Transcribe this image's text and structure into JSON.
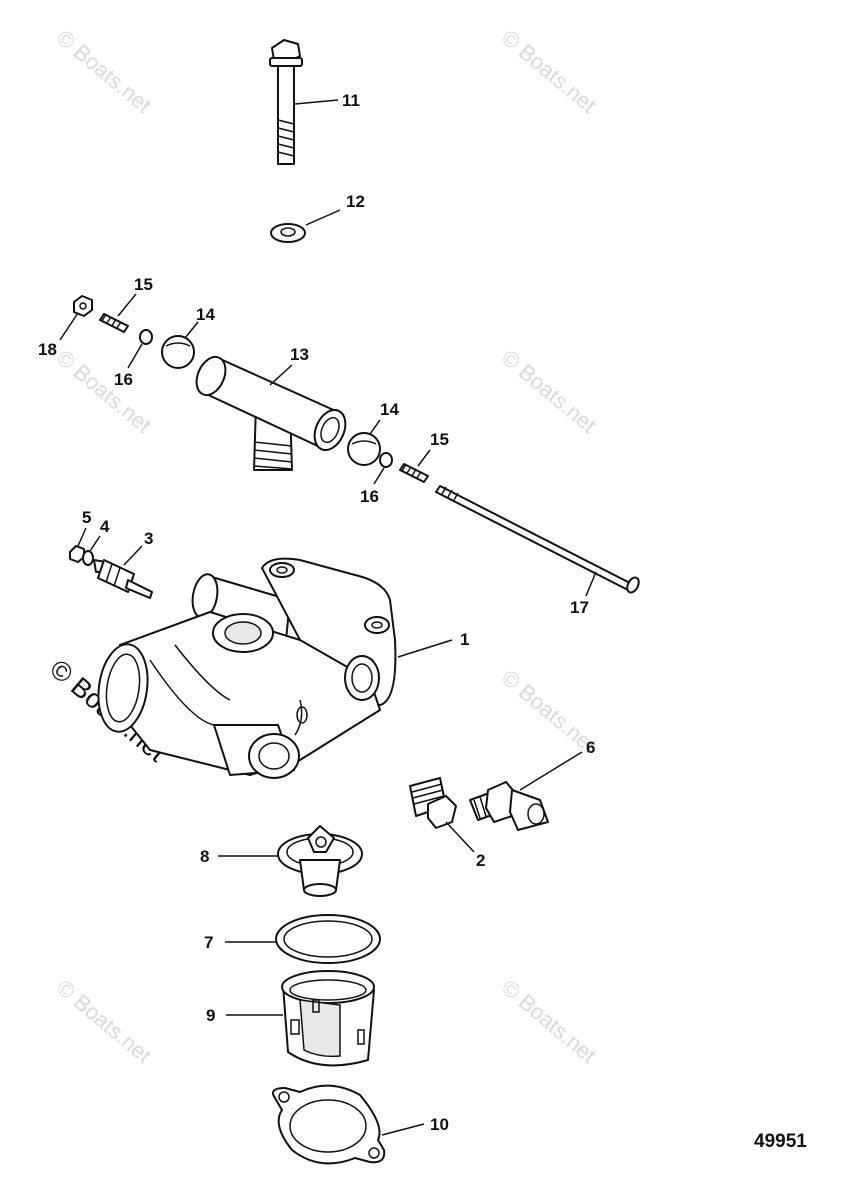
{
  "watermark": {
    "faint_text": "© Boats.net",
    "bold_text": "© Boats.net"
  },
  "figure_number": "49951",
  "callouts": {
    "c1": "1",
    "c2": "2",
    "c3": "3",
    "c4": "4",
    "c5": "5",
    "c6": "6",
    "c7": "7",
    "c8": "8",
    "c9": "9",
    "c10": "10",
    "c11": "11",
    "c12": "12",
    "c13": "13",
    "c14a": "14",
    "c14b": "14",
    "c15a": "15",
    "c15b": "15",
    "c16a": "16",
    "c16b": "16",
    "c17": "17",
    "c18": "18"
  }
}
